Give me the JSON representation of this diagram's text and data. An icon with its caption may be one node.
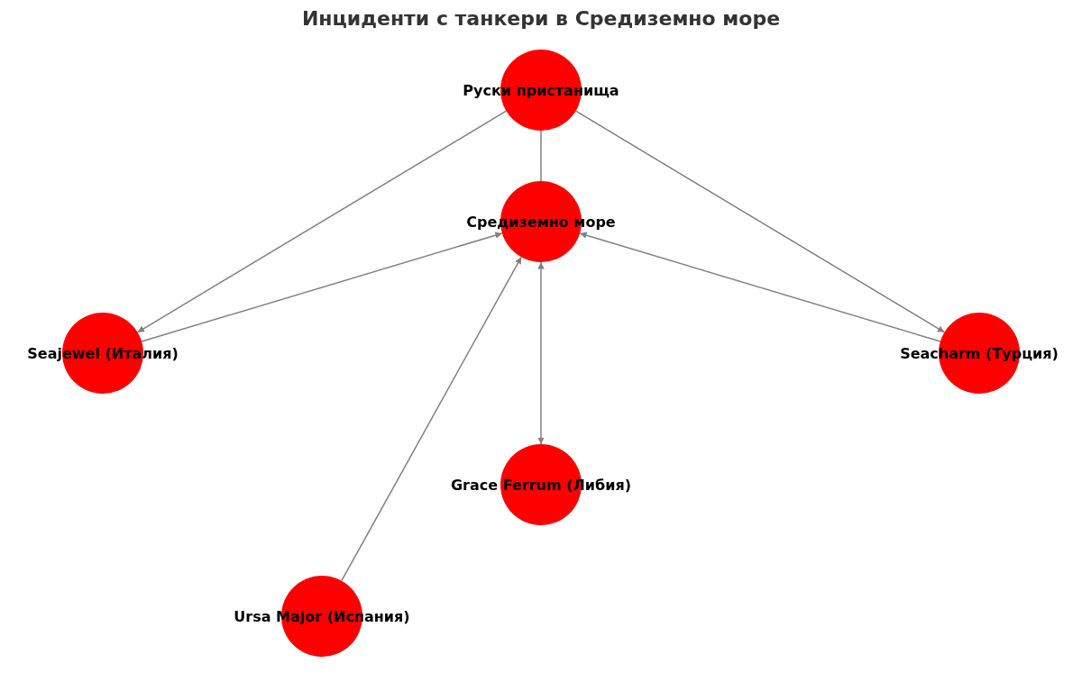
{
  "diagram": {
    "title": "Инциденти с танкери в Средиземно море",
    "nodes": [
      {
        "text": [
          "Руски пристанища"
        ]
      },
      {
        "text": [
          "Средиземно море"
        ]
      },
      {
        "text": [
          "Seajewel (Италия)"
        ]
      },
      {
        "text": [
          "Seacharm (Турция)"
        ]
      },
      {
        "text": [
          "Grace Ferrum (Либия)"
        ]
      },
      {
        "text": [
          "Ursa Major (Испания)"
        ]
      }
    ],
    "edges": [
      {
        "from": 0,
        "to": 2,
        "arrow": "to"
      },
      {
        "from": 0,
        "to": 3,
        "arrow": "to"
      },
      {
        "from": 0,
        "to": 1,
        "arrow": "none"
      },
      {
        "from": 2,
        "to": 1,
        "arrow": "to"
      },
      {
        "from": 3,
        "to": 1,
        "arrow": "to"
      },
      {
        "from": 5,
        "to": 1,
        "arrow": "to"
      },
      {
        "from": 1,
        "to": 4,
        "arrow": "both"
      }
    ]
  }
}
